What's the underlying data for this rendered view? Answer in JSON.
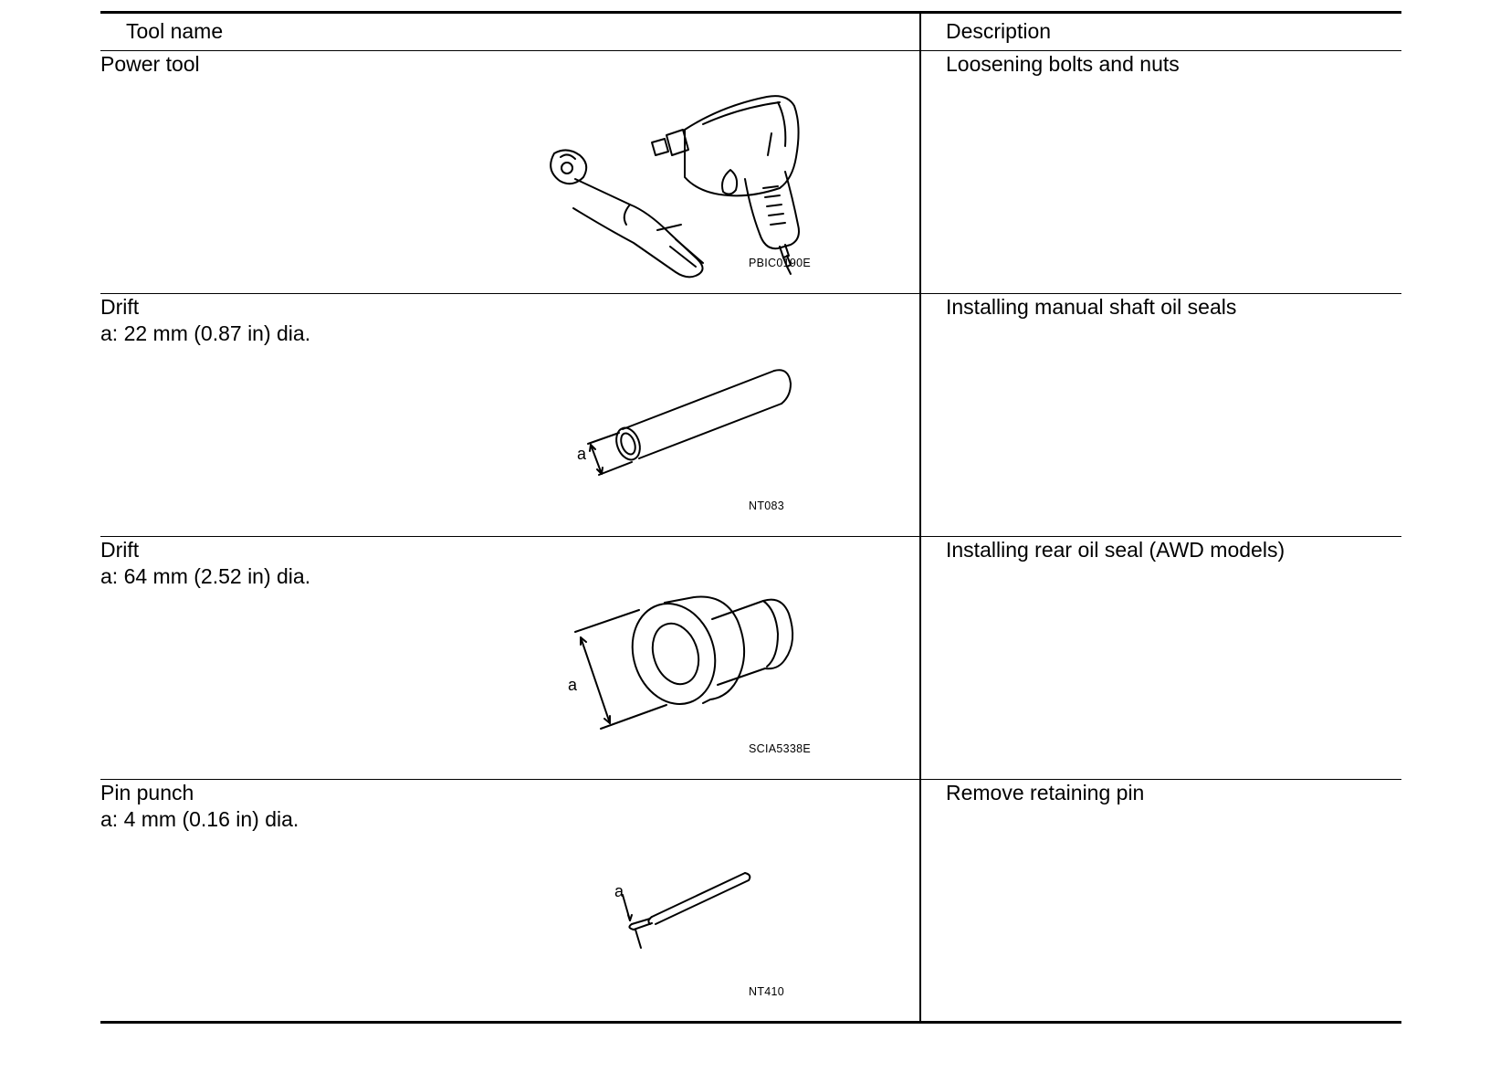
{
  "header": {
    "tool_name": "Tool name",
    "description": "Description"
  },
  "rows": [
    {
      "name": "Power tool",
      "spec": "",
      "figure_code": "PBIC0190E",
      "icon": "power-tool-icon",
      "description": "Loosening bolts and nuts"
    },
    {
      "name": "Drift",
      "spec": "a: 22 mm (0.87 in) dia.",
      "figure_code": "NT083",
      "dim_label": "a",
      "icon": "drift-icon",
      "description": "Installing manual shaft oil seals"
    },
    {
      "name": "Drift",
      "spec": "a: 64 mm (2.52 in) dia.",
      "figure_code": "SCIA5338E",
      "dim_label": "a",
      "icon": "drift-flanged-icon",
      "description": "Installing rear oil seal (AWD models)"
    },
    {
      "name": "Pin punch",
      "spec": "a: 4 mm (0.16 in) dia.",
      "figure_code": "NT410",
      "dim_label": "a",
      "icon": "pin-punch-icon",
      "description": "Remove retaining pin"
    }
  ]
}
